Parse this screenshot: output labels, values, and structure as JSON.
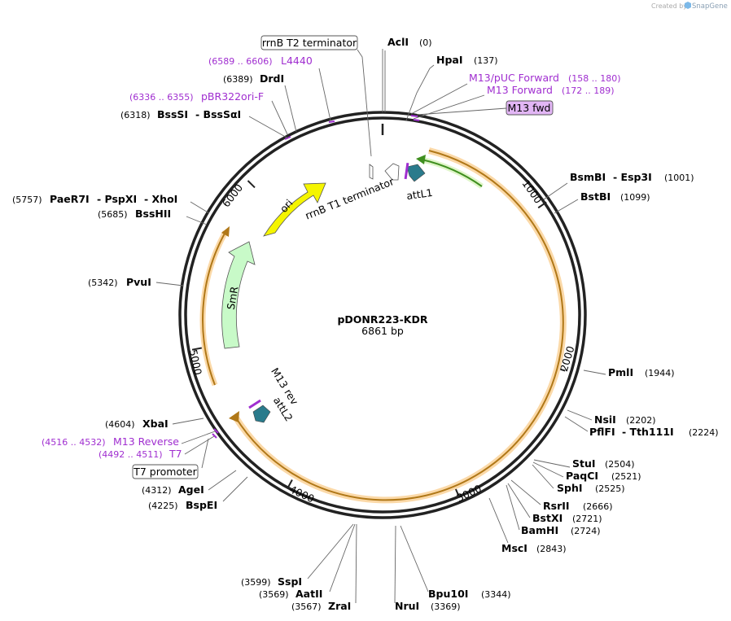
{
  "credit": "Created by",
  "brand": "SnapGene",
  "plasmid": {
    "name": "pDONR223-KDR",
    "size": "6861 bp"
  },
  "ticks": [
    "1000",
    "2000",
    "3000",
    "4000",
    "5000",
    "6000"
  ],
  "features": {
    "ori": "ori",
    "smr": "SmR",
    "attl1": "attL1",
    "attl2": "attL2",
    "rrnb_t1": "rrnB T1 terminator",
    "m13rev_inner": "M13 rev"
  },
  "boxed": {
    "rrnb_t2": "rrnB T2 terminator",
    "m13_fwd": "M13 fwd",
    "t7_promoter": "T7 promoter"
  },
  "sites": [
    {
      "name": "AclI",
      "pos": "(0)"
    },
    {
      "name": "HpaI",
      "pos": "(137)"
    },
    {
      "name": "BsmBI",
      "extra": "- Esp3I",
      "pos": "(1001)"
    },
    {
      "name": "BstBI",
      "pos": "(1099)"
    },
    {
      "name": "PmlI",
      "pos": "(1944)"
    },
    {
      "name": "NsiI",
      "pos": "(2202)"
    },
    {
      "name": "PflFI",
      "extra": "- Tth111I",
      "pos": "(2224)"
    },
    {
      "name": "StuI",
      "pos": "(2504)"
    },
    {
      "name": "PaqCI",
      "pos": "(2521)"
    },
    {
      "name": "SphI",
      "pos": "(2525)"
    },
    {
      "name": "RsrII",
      "pos": "(2666)"
    },
    {
      "name": "BstXI",
      "pos": "(2721)"
    },
    {
      "name": "BamHI",
      "pos": "(2724)"
    },
    {
      "name": "MscI",
      "pos": "(2843)"
    },
    {
      "name": "Bpu10I",
      "pos": "(3344)"
    },
    {
      "name": "NruI",
      "pos": "(3369)"
    },
    {
      "name": "SspI",
      "pos": "(3599)"
    },
    {
      "name": "AatII",
      "pos": "(3569)"
    },
    {
      "name": "ZraI",
      "pos": "(3567)"
    },
    {
      "name": "BspEI",
      "pos": "(4225)"
    },
    {
      "name": "AgeI",
      "pos": "(4312)"
    },
    {
      "name": "XbaI",
      "pos": "(4604)"
    },
    {
      "name": "PvuI",
      "pos": "(5342)"
    },
    {
      "name": "BssHII",
      "pos": "(5685)"
    },
    {
      "name": "PaeR7I",
      "extra1": "- PspXI",
      "extra2": "- XhoI",
      "pos": "(5757)"
    },
    {
      "name": "BssSI",
      "extra": "- BssSαI",
      "pos": "(6318)"
    },
    {
      "name": "DrdI",
      "pos": "(6389)"
    }
  ],
  "primers": [
    {
      "name": "M13/pUC Forward",
      "pos": "(158 .. 180)"
    },
    {
      "name": "M13 Forward",
      "pos": "(172 .. 189)"
    },
    {
      "name": "L4440",
      "pos": "(6589 .. 6606)"
    },
    {
      "name": "pBR322ori-F",
      "pos": "(6336 .. 6355)"
    },
    {
      "name": "M13 Reverse",
      "pos": "(4516 .. 4532)"
    },
    {
      "name": "T7",
      "pos": "(4492 .. 4511)"
    }
  ],
  "colors": {
    "ori": "#f5f500",
    "smr": "#c8fac8",
    "att": "#2a7b8c",
    "primer": "#a02ed0",
    "orf_fill": "#fbd9a8",
    "orf_line": "#b07818",
    "green_arrow": "#3f8f1f",
    "brand": "#7cb9e8"
  }
}
